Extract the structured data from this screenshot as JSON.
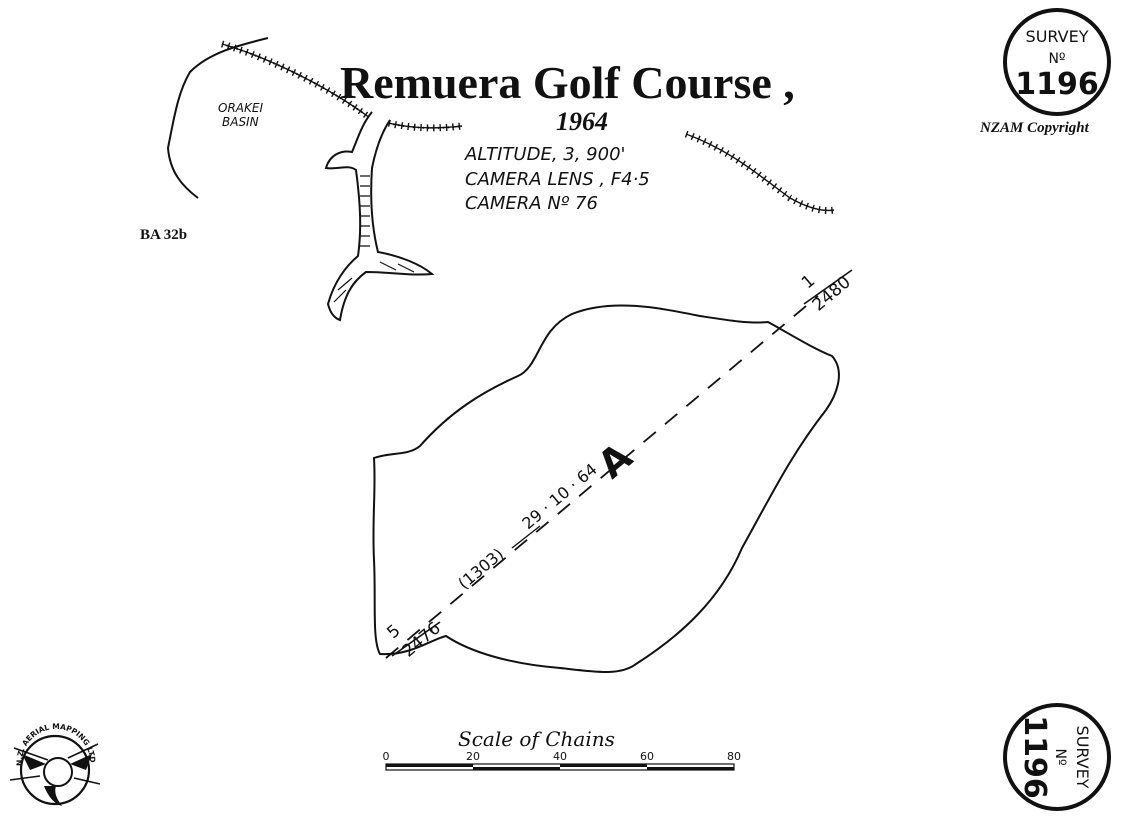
{
  "title": {
    "main": "Remuera Golf Course ,",
    "year": "1964",
    "details": [
      "ALTITUDE, 3, 900'",
      "CAMERA  LENS , F4·5",
      "CAMERA  Nº 76"
    ]
  },
  "labels": {
    "basin": [
      "ORAKEI",
      "BASIN"
    ],
    "sheet_id": "BA 32b",
    "copyright": "NZAM Copyright"
  },
  "stamps": {
    "top": [
      "SURVEY",
      "Nº",
      "1196"
    ],
    "bottom": [
      "SURVEY",
      "Nº",
      "1196"
    ]
  },
  "flight_line": {
    "run_letter": "A",
    "date": "29 · 10 · 64",
    "film_no": "(1303)",
    "start": {
      "frame": "1",
      "number": "2480"
    },
    "end": {
      "frame": "5",
      "number": "2476"
    }
  },
  "scale_bar": {
    "title": "Scale of Chains",
    "ticks": [
      "0",
      "20",
      "40",
      "60",
      "80"
    ]
  },
  "logo": {
    "text": "N.Z. AERIAL MAPPING LTD"
  }
}
